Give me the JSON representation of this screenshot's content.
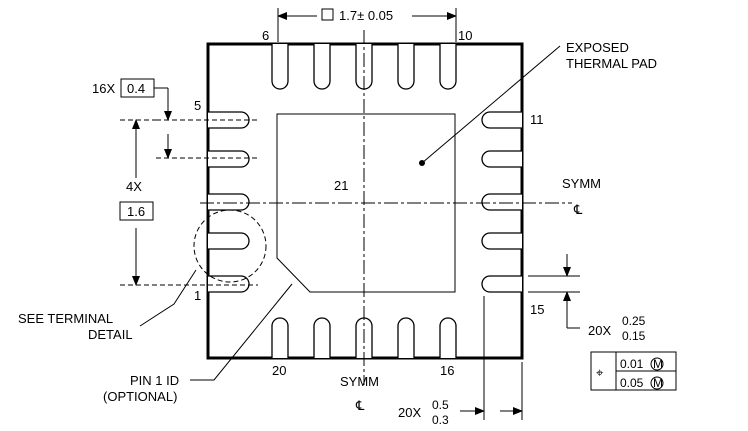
{
  "labels": {
    "top_dim_value": "1.7± 0.05",
    "pin_6": "6",
    "pin_10": "10",
    "pin_5": "5",
    "pin_11": "11",
    "pin_1": "1",
    "pin_15": "15",
    "pin_20": "20",
    "pin_16": "16",
    "pad_center": "21",
    "exposed_pad_line1": "EXPOSED",
    "exposed_pad_line2": "THERMAL PAD",
    "pitch_count": "16X",
    "pitch_value": "0.4",
    "span_count": "4X",
    "span_value": "1.6",
    "symm_right": "SYMM",
    "symm_bottom": "SYMM",
    "see_terminal_line1": "SEE TERMINAL",
    "see_terminal_line2": "DETAIL",
    "pin1_id_line1": "PIN 1 ID",
    "pin1_id_line2": "(OPTIONAL)",
    "width_count": "20X",
    "width_upper": "0.25",
    "width_lower": "0.15",
    "length_count": "20X",
    "length_upper": "0.5",
    "length_lower": "0.3",
    "tol_upper": "0.01",
    "tol_lower": "0.05",
    "tol_modifier": "M",
    "centerline_glyph": "℄",
    "position_glyph": "⌖"
  },
  "colors": {
    "line": "#000000",
    "background": "#ffffff"
  }
}
